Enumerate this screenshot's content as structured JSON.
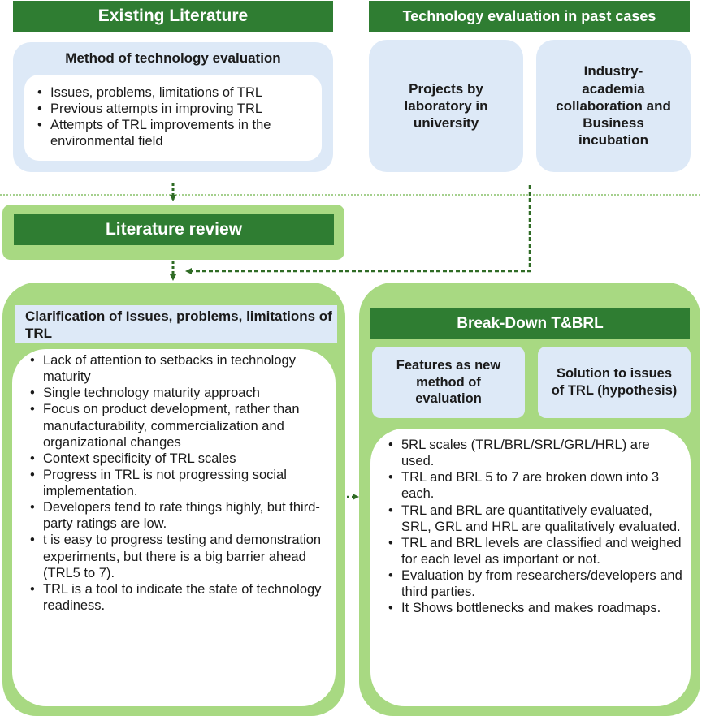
{
  "existing_literature": {
    "header": "Existing Literature",
    "method_title": "Method of technology evaluation",
    "method_items": [
      "Issues, problems, limitations of TRL",
      "Previous attempts in improving TRL",
      "Attempts of TRL improvements in the environmental field"
    ]
  },
  "past_cases": {
    "header": "Technology evaluation in past cases",
    "box1": "Projects by laboratory in university",
    "box2": "Industry-academia collaboration and Business incubation"
  },
  "literature_review": {
    "label": "Literature review"
  },
  "clarification": {
    "title": "Clarification of Issues, problems, limitations of TRL",
    "items": [
      "Lack of attention to setbacks in technology maturity",
      "Single technology maturity approach",
      "Focus on product development, rather than manufacturability, commercialization and organizational changes",
      "Context specificity of TRL scales",
      "Progress in TRL is not progressing social implementation.",
      "Developers tend to rate things highly, but third-party ratings are low.",
      "t is easy to progress testing and demonstration experiments, but there is a big barrier ahead (TRL5 to 7).",
      "TRL is a tool to indicate the state of technology readiness."
    ]
  },
  "breakdown": {
    "header": "Break-Down T&BRL",
    "box1": "Features as new method of evaluation",
    "box2": "Solution to issues of TRL (hypothesis)",
    "items": [
      "5RL scales (TRL/BRL/SRL/GRL/HRL) are used.",
      "TRL and BRL 5 to 7 are broken down into 3 each.",
      "TRL and BRL are quantitatively evaluated, SRL, GRL and HRL are qualitatively evaluated.",
      "TRL and BRL levels are classified and weighed for each level as important or not.",
      "Evaluation by from researchers/developers and third parties.",
      "It Shows bottlenecks and makes roadmaps."
    ]
  },
  "colors": {
    "dark_green": "#2f7d32",
    "light_green": "#a8d982",
    "light_blue": "#dde9f7"
  }
}
